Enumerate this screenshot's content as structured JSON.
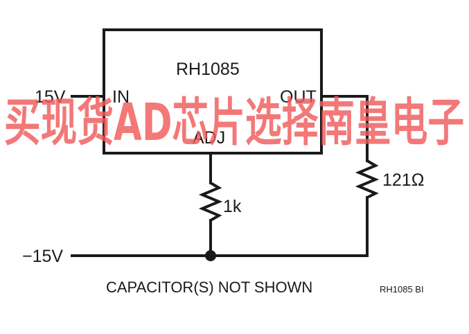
{
  "regulator": {
    "part": "RH1085",
    "pin_in": "IN",
    "pin_out": "OUT",
    "pin_adj": "ADJ"
  },
  "input_voltage": "15V",
  "negative_voltage": "−15V",
  "resistor_adj": "1k",
  "resistor_out": "121Ω",
  "note": "CAPACITOR(S) NOT SHOWN",
  "figure_id": "RH1085 BI",
  "watermark": "买现货AD芯片选择南皇电子",
  "colors": {
    "wire": "#1a1a1a",
    "watermark": "#f05a5a"
  }
}
